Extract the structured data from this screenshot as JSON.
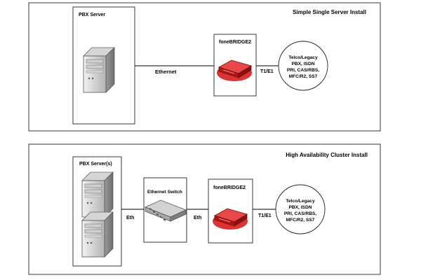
{
  "top": {
    "title": "Simple Single Server Install",
    "server_label": "PBX Server",
    "link_left": "Ethernet",
    "bridge_label": "foneBRIDGE2",
    "link_right": "T1/E1",
    "telco_lines": [
      "Telco/Legacy",
      "PBX, ISDN",
      "PRI, CAS/RBS,",
      "MFC/R2, SS7"
    ]
  },
  "bottom": {
    "title": "High Availability Cluster Install",
    "server_label": "PBX Server(s)",
    "link_left": "Eth",
    "switch_label": "Ethernet Switch",
    "link_mid": "Eth",
    "bridge_label": "foneBRIDGE2",
    "link_right": "T1/E1",
    "telco_lines": [
      "Telco/Legacy",
      "PBX, ISDN",
      "PRI, CAS/RBS,",
      "MFC/R2, SS7"
    ]
  },
  "colors": {
    "bridge": "#d81e1e",
    "bridge_dark": "#7a0c0c",
    "server_light": "#e6e6e6",
    "server_dark": "#8c8c8c"
  }
}
